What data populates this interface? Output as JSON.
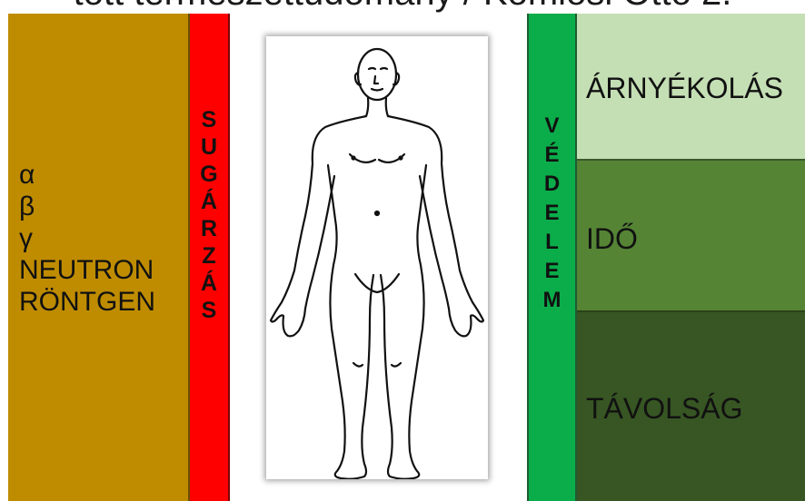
{
  "title": "tott természettudomány / Komlósi Ottó 2.",
  "radiation_types": [
    "α",
    "β",
    "γ",
    "NEUTRON",
    "RÖNTGEN"
  ],
  "radiation_word": [
    "S",
    "U",
    "G",
    "Á",
    "R",
    "Z",
    "Á",
    "S"
  ],
  "protection_word": [
    "V",
    "É",
    "D",
    "E",
    "L",
    "E",
    "M"
  ],
  "protection_methods": {
    "shielding": "ÁRNYÉKOLÁS",
    "time": "IDŐ",
    "distance": "TÁVOLSÁG"
  },
  "colors": {
    "radiation_types_bg": "#bf8c00",
    "radiation_bg": "#ff0000",
    "protection_bg": "#0aad4a",
    "shielding_bg": "#c5dfb5",
    "time_bg": "#558435",
    "distance_bg": "#375623"
  }
}
